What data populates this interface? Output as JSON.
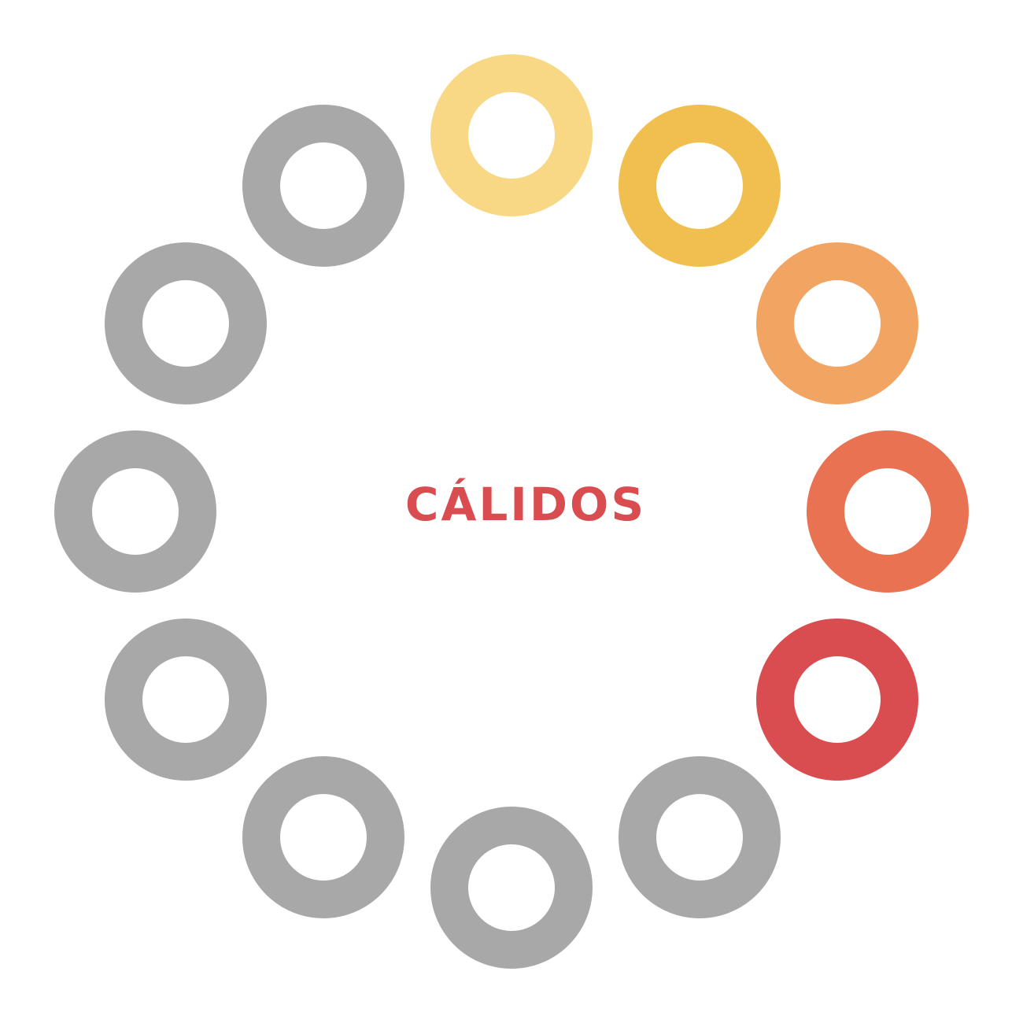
{
  "title": "CÁLIDOS",
  "accent_color": "#d94d50",
  "rings": [
    {
      "position": 1,
      "color": "#f9d885",
      "state": "warm"
    },
    {
      "position": 2,
      "color": "#f0bf4f",
      "state": "warm"
    },
    {
      "position": 3,
      "color": "#f2a563",
      "state": "warm"
    },
    {
      "position": 4,
      "color": "#e97253",
      "state": "warm"
    },
    {
      "position": 5,
      "color": "#d94d50",
      "state": "warm"
    },
    {
      "position": 6,
      "color": "#a8a8a8",
      "state": "inactive"
    },
    {
      "position": 7,
      "color": "#a8a8a8",
      "state": "inactive"
    },
    {
      "position": 8,
      "color": "#a8a8a8",
      "state": "inactive"
    },
    {
      "position": 9,
      "color": "#a8a8a8",
      "state": "inactive"
    },
    {
      "position": 10,
      "color": "#a8a8a8",
      "state": "inactive"
    },
    {
      "position": 11,
      "color": "#a8a8a8",
      "state": "inactive"
    },
    {
      "position": 12,
      "color": "#a8a8a8",
      "state": "inactive"
    }
  ]
}
